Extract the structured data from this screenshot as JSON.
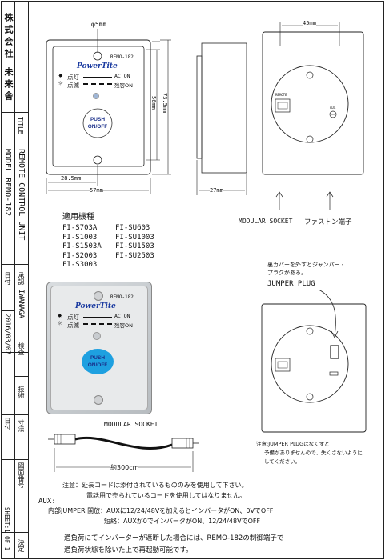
{
  "title_block": {
    "company": "株式会社 未来舎",
    "title_label": "TITLE",
    "title_line1": "REMOTE CONTROL UNIT",
    "title_line2": "MODEL REMO-182",
    "approved_label": "承認",
    "approved_by": "IWANAGA",
    "date_label": "日付",
    "date": "2016/03/07",
    "checked_label": "検査",
    "tech_label": "技術",
    "dim_label": "寸法",
    "date2_label": "日付",
    "drawing_no_label": "図面番号",
    "sheet": "SHEET:1 OF 1",
    "decision_label": "決定"
  },
  "front": {
    "model": "REMO-182",
    "brand": "PowerTite",
    "lit_label": "点灯",
    "blink_label": "点滅",
    "ac_on": "AC ON",
    "residual_on": "残容ON",
    "push": "PUSH",
    "on_off": "ON/OFF",
    "hole_dim": "φ5mm",
    "dim_half_width": "28.5mm",
    "dim_width": "57mm",
    "dim_inner_height": "56mm",
    "dim_height": "73.5mm"
  },
  "side": {
    "dim_depth": "27mm"
  },
  "back": {
    "dim_width": "45mm",
    "jack_label": "REMOTE",
    "aux_label": "AUX",
    "modular_socket": "MODULAR SOCKET",
    "faston": "ファストン端子"
  },
  "compatible": {
    "heading": "適用機種",
    "col1": [
      "FI-S703A",
      "FI-S1003",
      "FI-S1503A",
      "FI-S2003",
      "FI-S3003"
    ],
    "col2": [
      "FI-SU603",
      "FI-SU1003",
      "FI-SU1503",
      "FI-SU2503"
    ]
  },
  "photo": {
    "model": "REMO-182",
    "brand": "PowerTite",
    "lit_label": "点灯",
    "blink_label": "点滅",
    "ac_on": "AC ON",
    "residual_on": "残容ON",
    "push": "PUSH",
    "on_off": "ON/OFF",
    "modular_socket": "MODULAR SOCKET",
    "cable_length": "約300cm"
  },
  "jumper": {
    "note_line1": "裏カバーを外すとジャンパー・",
    "note_line2": "プラグがある。",
    "heading": "JUMPER PLUG",
    "bottom_note1": "注意:JUMPER PLUGはなくすと",
    "bottom_note2": "予備がありませんので、失くさないように",
    "bottom_note3": "してください。"
  },
  "notes": {
    "caution1": "注意：延長コードは添付されているもののみを使用して下さい。",
    "caution2": "電話用で売られているコードを使用してはなりません。",
    "aux_label": "AUX:",
    "aux_line1": "内部JUMPER 開放：AUXに12/24/48Vを加えるとインバータがON、0VでOFF",
    "aux_line2": "短絡：AUXが0でインバータがON、12/24/48VでOFF",
    "final1": "過負荷にてインバーターが遮断した場合には、REMO-182の制御端子で",
    "final2": "過負荷状態を除いた上で再起動可能です。"
  }
}
